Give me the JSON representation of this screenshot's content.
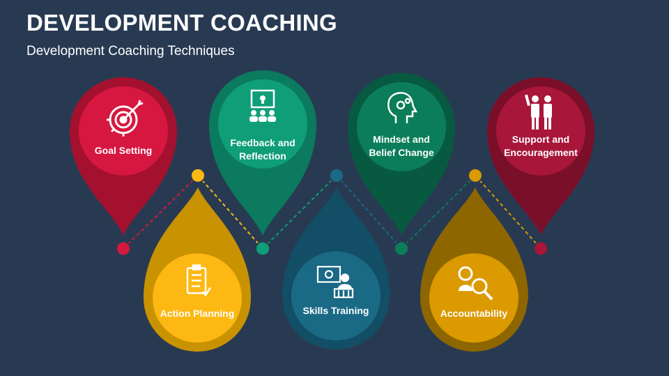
{
  "title": "DEVELOPMENT COACHING",
  "subtitle": "Development Coaching Techniques",
  "colors": {
    "background": "#283a52",
    "goal_setting": "#d6173f",
    "action_planning": "#fdb813",
    "feedback": "#0f9e78",
    "skills_training": "#1a6a86",
    "mindset": "#0b7d59",
    "accountability": "#da9a00",
    "support": "#a8163a"
  },
  "steps": [
    {
      "label": "Goal Setting",
      "icon": "target-gear-icon"
    },
    {
      "label": "Action Planning",
      "icon": "checklist-clipboard-icon"
    },
    {
      "label": "Feedback and\nReflection",
      "icon": "presentation-audience-icon"
    },
    {
      "label": "Skills Training",
      "icon": "trainer-board-icon"
    },
    {
      "label": "Mindset and\nBelief Change",
      "icon": "head-gears-icon"
    },
    {
      "label": "Accountability",
      "icon": "magnifier-person-icon"
    },
    {
      "label": "Support and\nEncouragement",
      "icon": "supporting-people-icon"
    }
  ]
}
